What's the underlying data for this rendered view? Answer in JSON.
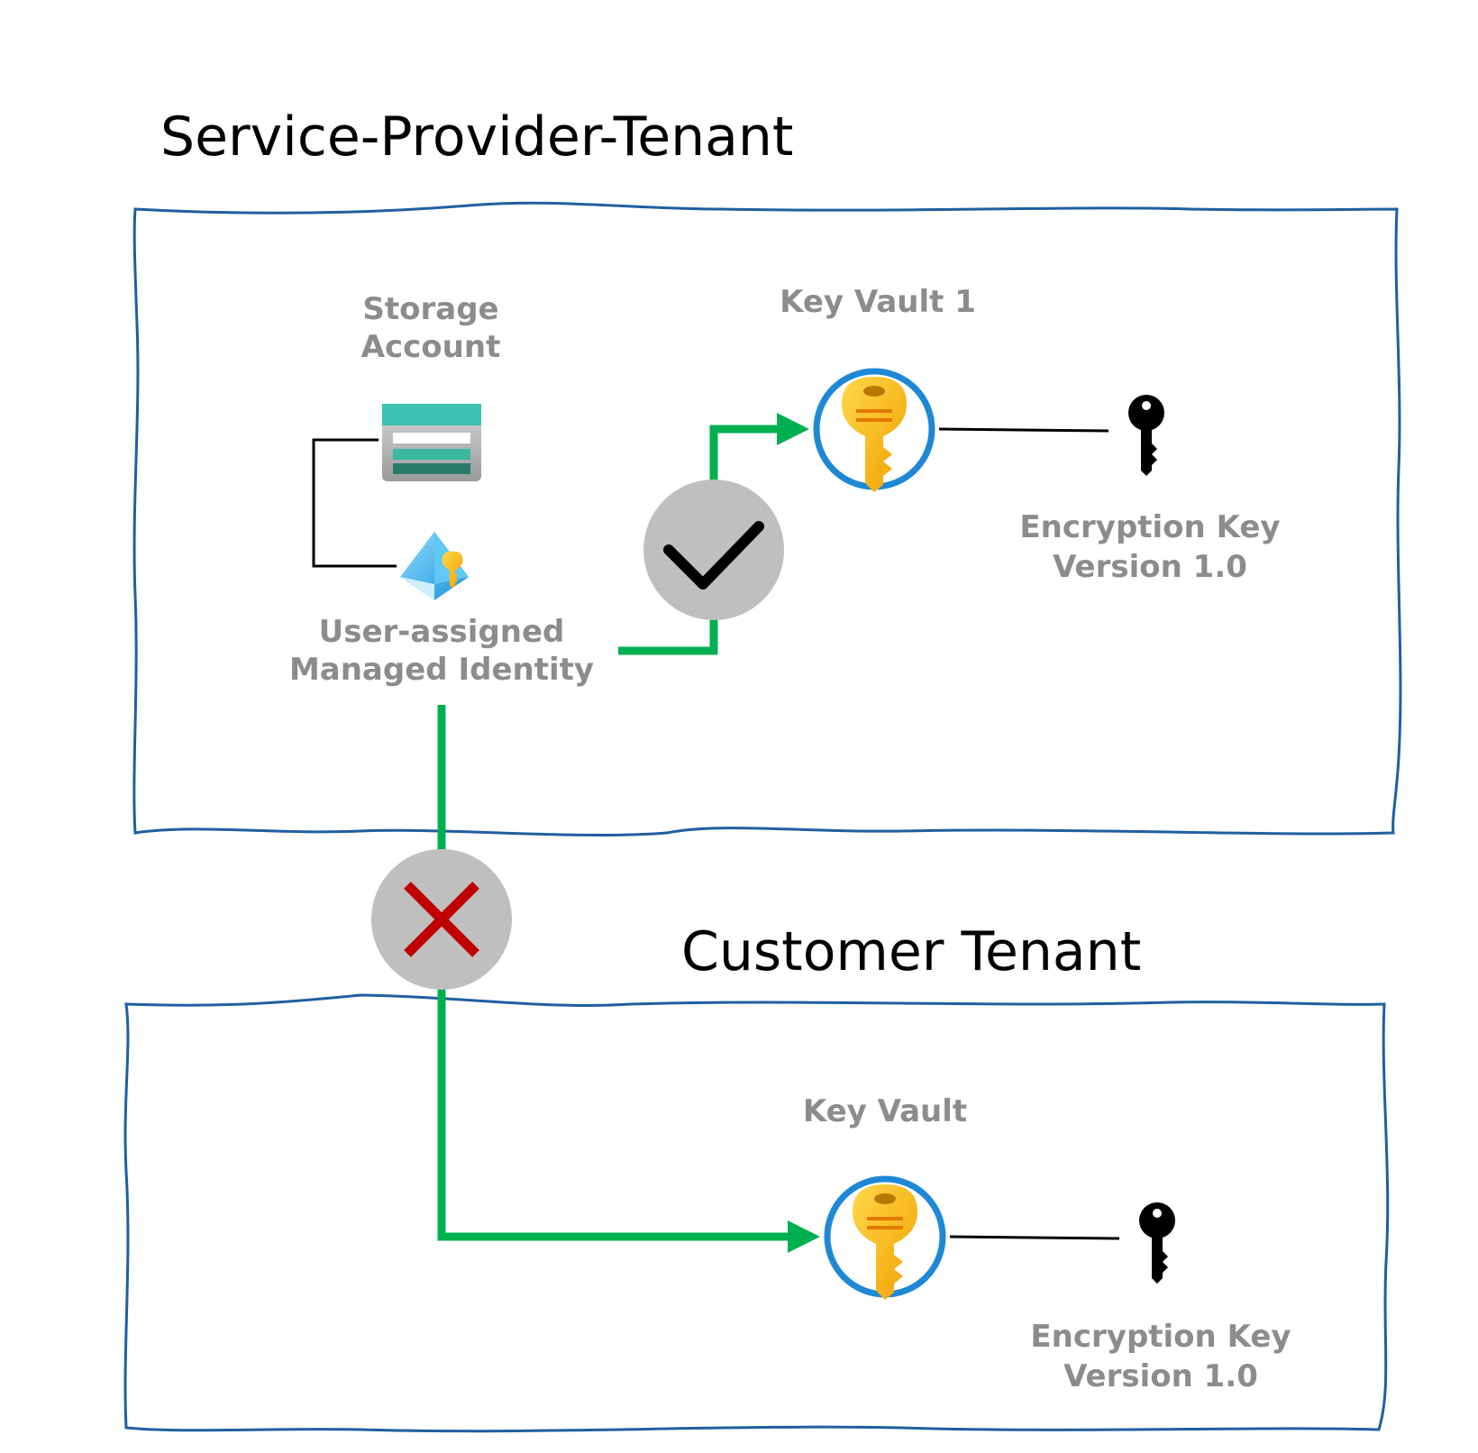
{
  "titles": {
    "provider_tenant": "Service-Provider-Tenant",
    "customer_tenant": "Customer Tenant"
  },
  "provider": {
    "storage_account": [
      "Storage",
      "Account"
    ],
    "managed_identity": [
      "User-assigned",
      "Managed Identity"
    ],
    "key_vault": "Key Vault 1",
    "encryption_key": [
      "Encryption Key",
      "Version 1.0"
    ]
  },
  "customer": {
    "key_vault": "Key Vault",
    "encryption_key": [
      "Encryption Key",
      "Version 1.0"
    ]
  },
  "colors": {
    "tenant_border": "#1f5fa0",
    "arrow": "#00b050",
    "check_circle": "#bfbfbf",
    "cross": "#c00000",
    "vault_ring": "#1e88d6",
    "key_gold": "#f5c000"
  },
  "icons": {
    "storage": "storage-account-icon",
    "identity": "managed-identity-icon",
    "vault": "key-vault-icon",
    "key": "encryption-key-icon",
    "allowed": "checkmark-icon",
    "blocked": "cross-icon"
  }
}
